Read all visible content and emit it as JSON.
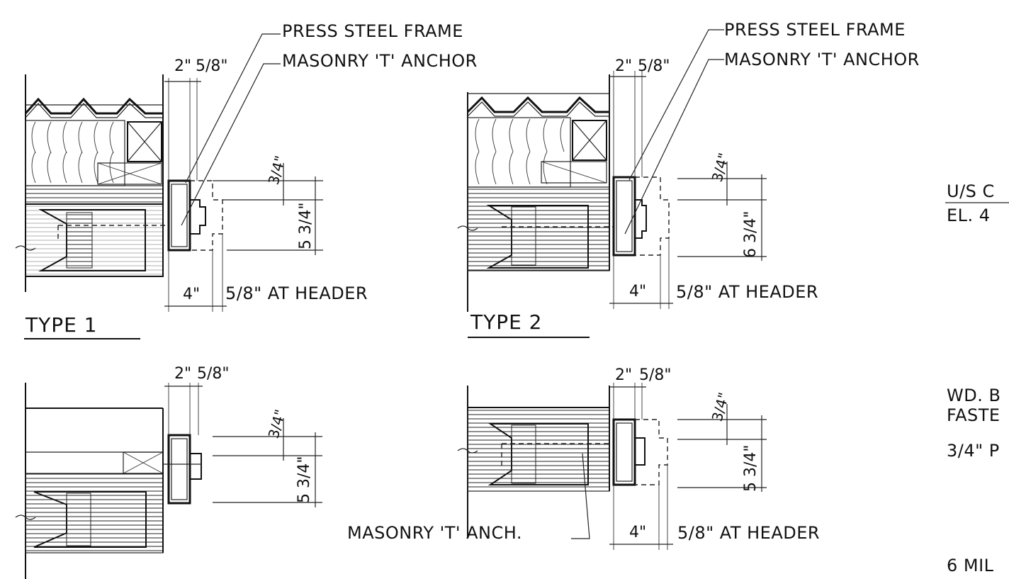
{
  "details": {
    "type1": {
      "title": "TYPE 1",
      "callout_frame": "PRESS STEEL FRAME",
      "callout_anchor": "MASONRY 'T' ANCHOR",
      "dim_2": "2\"",
      "dim_5_8": "5/8\"",
      "dim_3_4": "3/4\"",
      "dim_height": "5 3/4\"",
      "dim_4": "4\"",
      "note_header": "5/8\" AT HEADER"
    },
    "type2": {
      "title": "TYPE 2",
      "callout_frame": "PRESS STEEL FRAME",
      "callout_anchor": "MASONRY 'T' ANCHOR",
      "dim_2": "2\"",
      "dim_5_8": "5/8\"",
      "dim_3_4": "3/4\"",
      "dim_height": "6 3/4\"",
      "dim_4": "4\"",
      "note_header": "5/8\" AT HEADER"
    },
    "type3": {
      "dim_2": "2\"",
      "dim_5_8": "5/8\"",
      "dim_3_4": "3/4\"",
      "dim_height": "5 3/4\""
    },
    "type4": {
      "dim_2": "2\"",
      "dim_5_8": "5/8\"",
      "dim_3_4": "3/4\"",
      "dim_height": "5 3/4\"",
      "dim_4": "4\"",
      "note_header": "5/8\" AT HEADER",
      "callout_anchor": "MASONRY 'T' ANCH."
    }
  },
  "right_notes": {
    "note1_line1": "U/S C",
    "note1_line2": "EL. 4",
    "note2_line1": "WD. B",
    "note2_line2": "FASTE",
    "note3": "3/4\" P",
    "note4": "6 MIL"
  }
}
